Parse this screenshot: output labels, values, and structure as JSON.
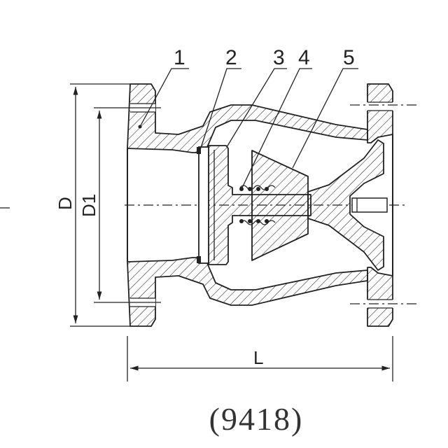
{
  "callouts": [
    "1",
    "2",
    "3",
    "4",
    "5"
  ],
  "dimensions": {
    "outer_diameter": "D",
    "bolt_circle": "D1",
    "length": "L"
  },
  "caption": "(9418)"
}
